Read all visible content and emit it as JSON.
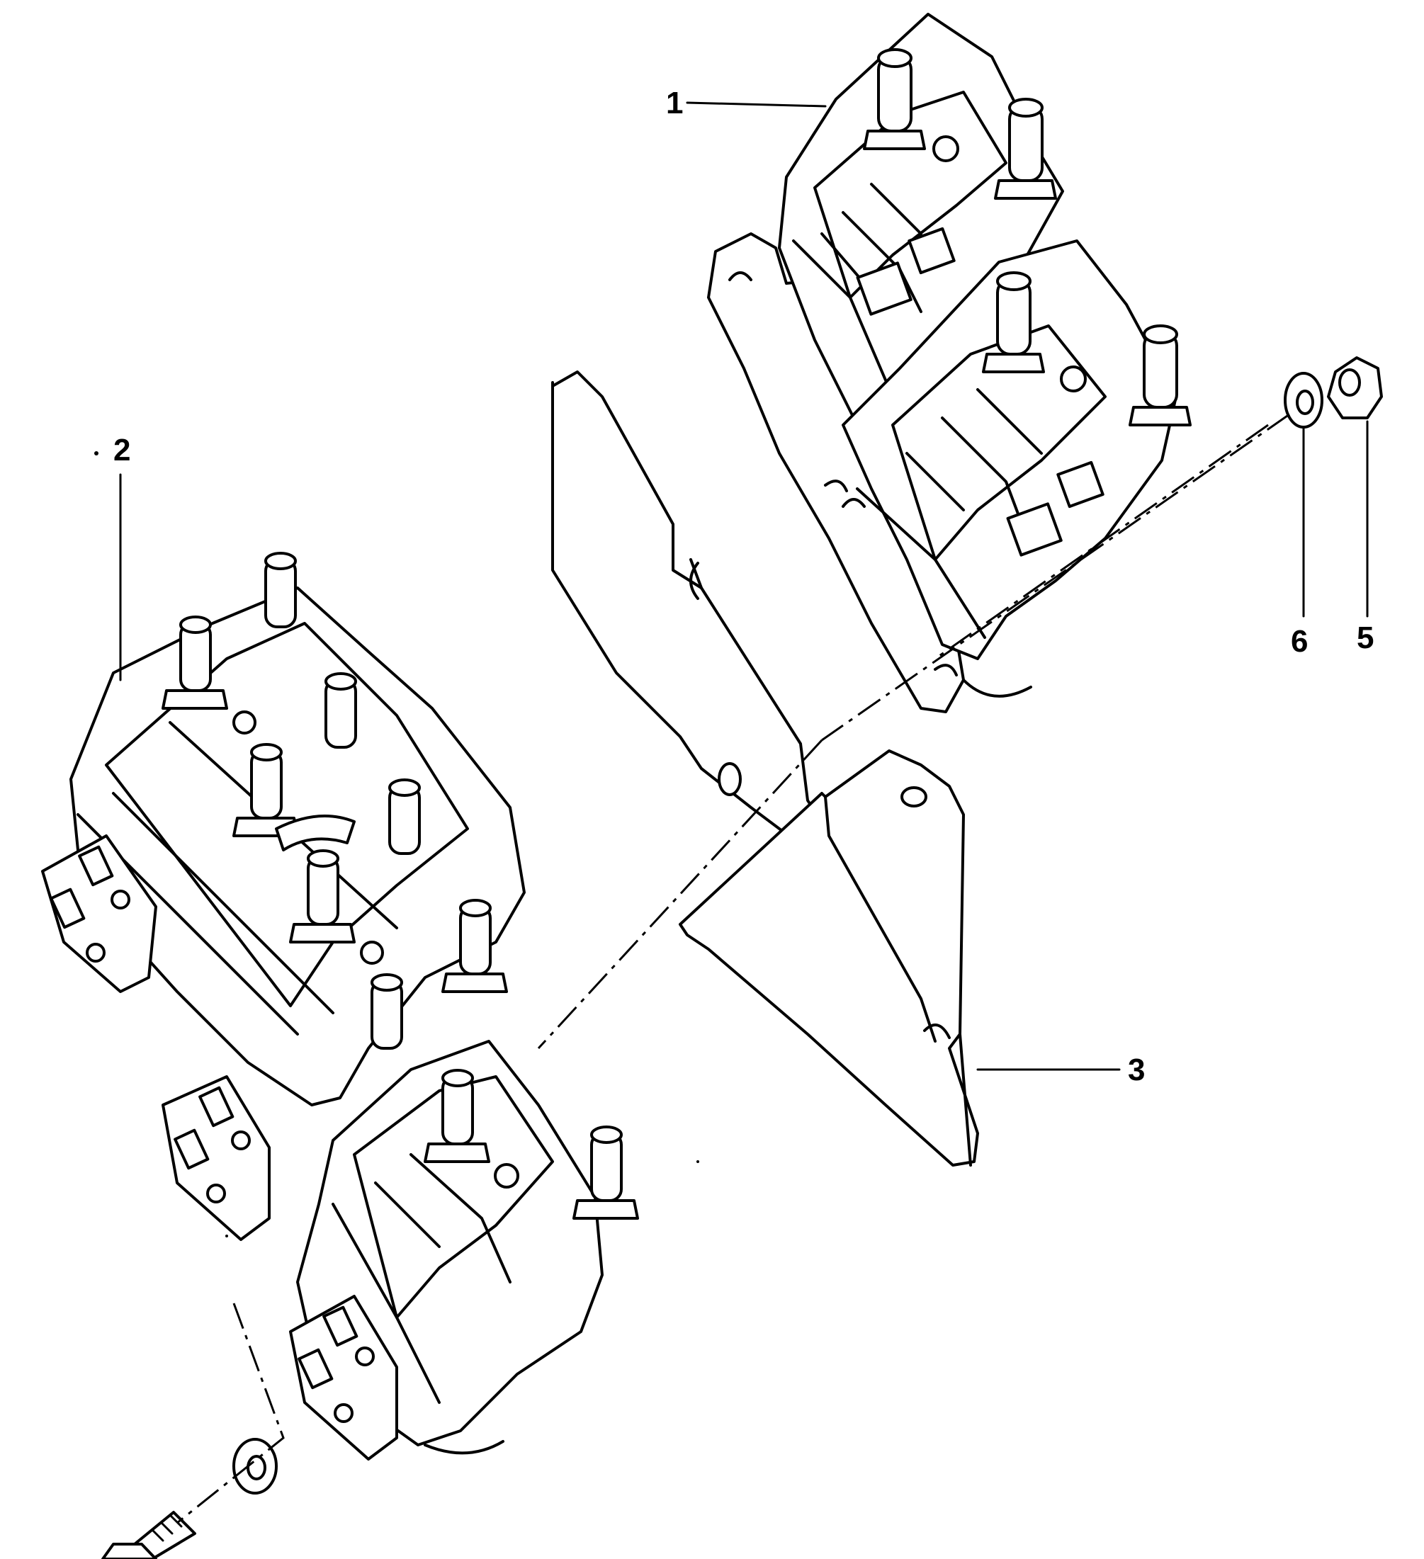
{
  "callouts": [
    {
      "id": "1",
      "label": "1"
    },
    {
      "id": "2",
      "label": "2"
    },
    {
      "id": "3",
      "label": "3"
    },
    {
      "id": "5",
      "label": "5"
    },
    {
      "id": "6",
      "label": "6"
    }
  ]
}
